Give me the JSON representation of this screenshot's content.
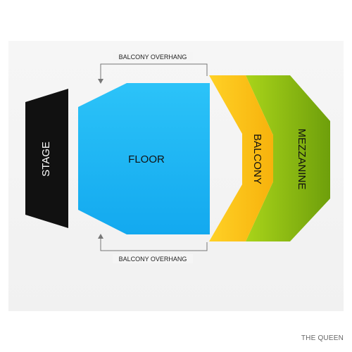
{
  "venue": {
    "name": "THE QUEEN"
  },
  "sections": {
    "stage": "STAGE",
    "floor": "FLOOR",
    "balcony": "BALCONY",
    "mezzanine": "MEZZANINE"
  },
  "annotations": {
    "balcony_overhang_top": "BALCONY OVERHANG",
    "balcony_overhang_bottom": "BALCONY OVERHANG"
  },
  "colors": {
    "stage": "#111111",
    "floor": "#1fb8f3",
    "balcony": "#ffc417",
    "mezzanine": "#86b80e",
    "overhang_line": "#777777"
  }
}
